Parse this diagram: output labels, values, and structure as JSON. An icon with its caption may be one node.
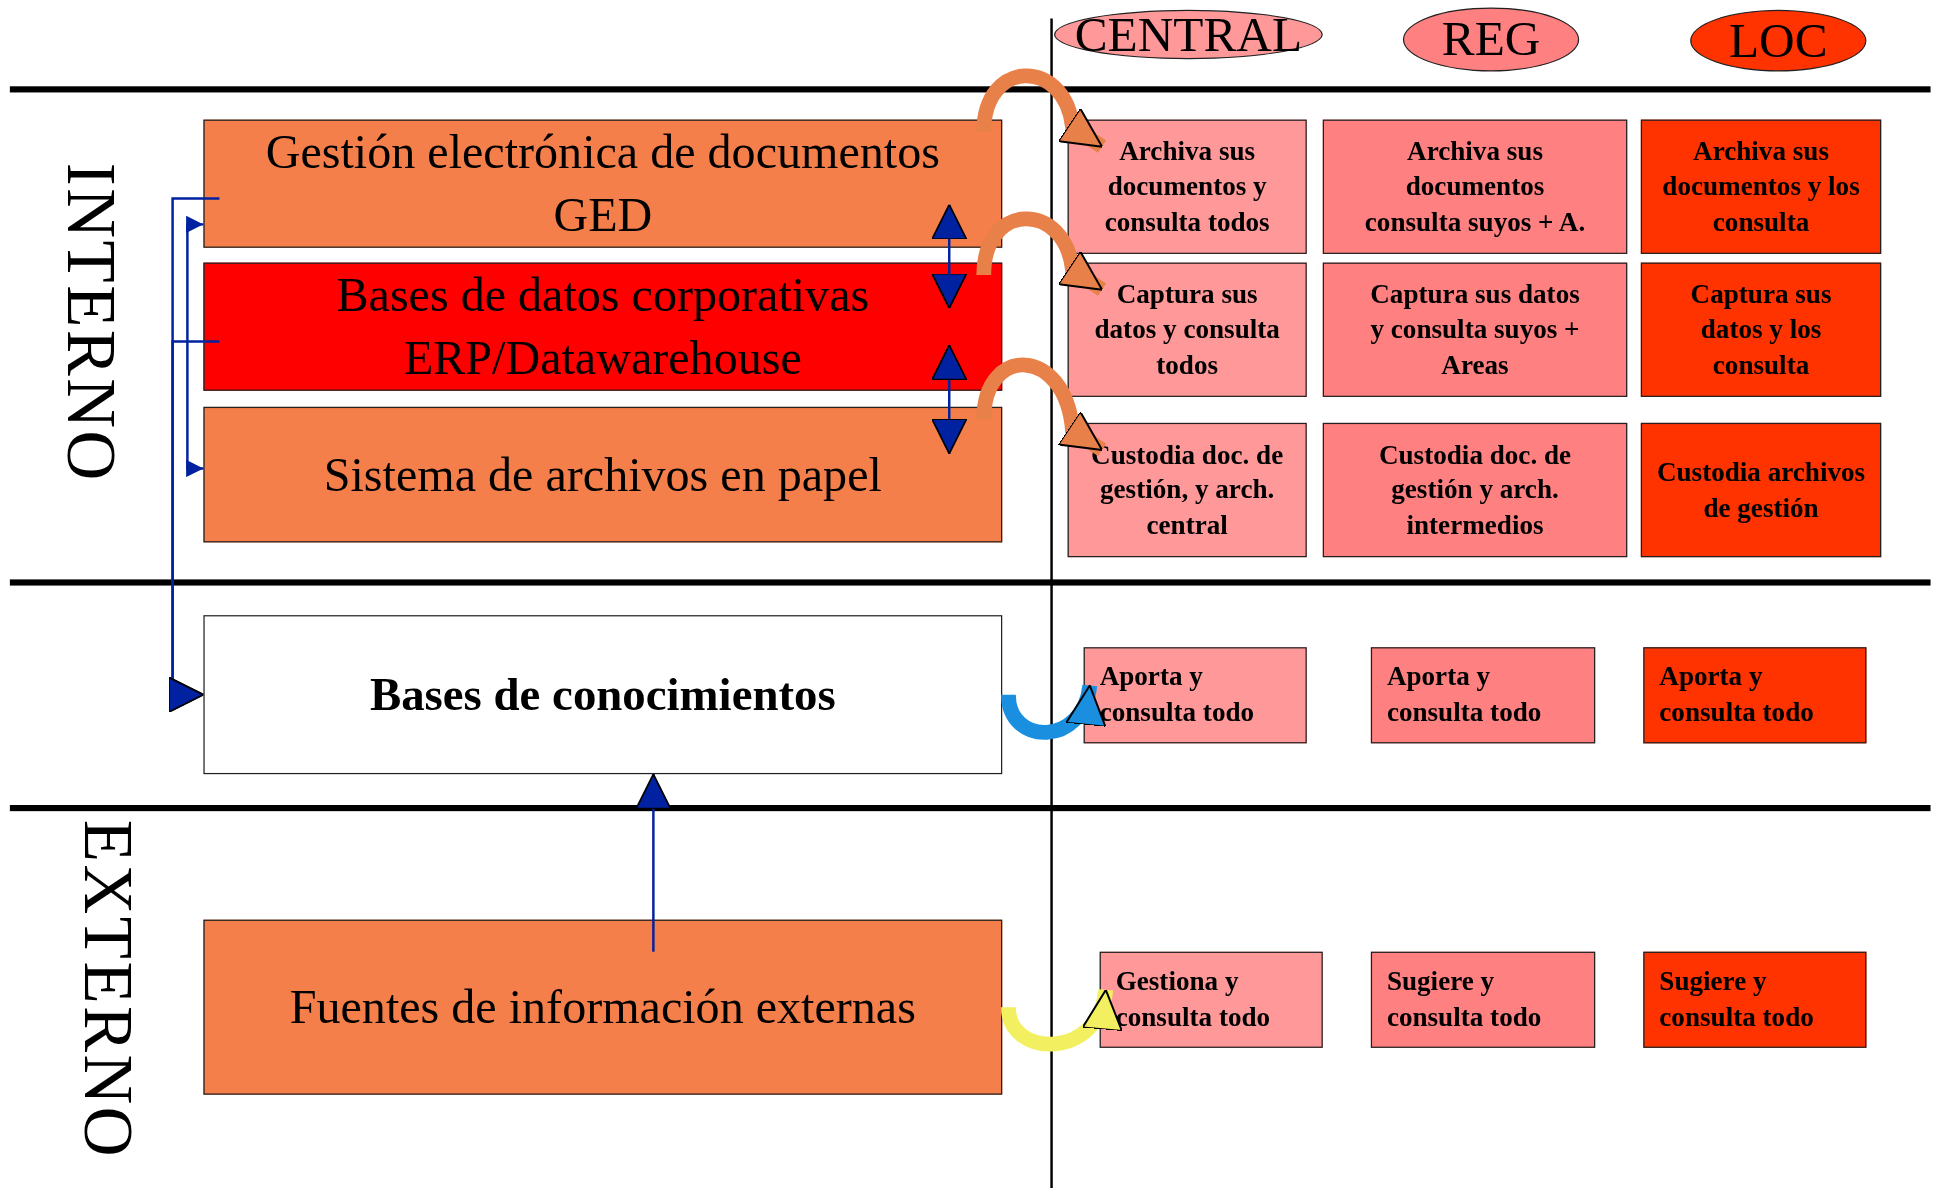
{
  "diagram": {
    "nodes": [
      {
        "text": [
          "CENTRAL"
        ]
      },
      {
        "text": [
          "REG"
        ]
      },
      {
        "text": [
          "LOC"
        ]
      },
      {
        "text": [
          "Gestión electrónica de documentos GED"
        ]
      },
      {
        "text": [
          "Bases de datos corporativas ERP/Datawarehouse"
        ]
      },
      {
        "text": [
          "Sistema de archivos en papel"
        ]
      },
      {
        "text": [
          "Archiva sus documentos y consulta todos"
        ]
      },
      {
        "text": [
          "Archiva sus documentos consulta suyos + A."
        ]
      },
      {
        "text": [
          "Archiva sus documentos y los consulta"
        ]
      },
      {
        "text": [
          "Captura sus datos y consulta todos"
        ]
      },
      {
        "text": [
          "Captura sus datos y consulta suyos + Areas"
        ]
      },
      {
        "text": [
          "Captura sus datos y los consulta"
        ]
      },
      {
        "text": [
          "Custodia doc. de gestión, y arch. central"
        ]
      },
      {
        "text": [
          "Custodia doc. de gestión y arch. intermedios"
        ]
      },
      {
        "text": [
          "Custodia archivos de gestión"
        ]
      },
      {
        "text": [
          "Bases de conocimientos"
        ]
      },
      {
        "text": [
          "Aporta y consulta todo"
        ]
      },
      {
        "text": [
          "Aporta y consulta todo"
        ]
      },
      {
        "text": [
          "Aporta y consulta todo"
        ]
      },
      {
        "text": [
          "Fuentes de información externas"
        ]
      },
      {
        "text": [
          "Gestiona y consulta todo"
        ]
      },
      {
        "text": [
          "Sugiere y consulta todo"
        ]
      },
      {
        "text": [
          "Sugiere y consulta todo"
        ]
      }
    ],
    "edges": [
      {
        "from": 3,
        "to": 5,
        "arrow": "both"
      },
      {
        "from": 3,
        "to": 4,
        "arrow": "both"
      },
      {
        "from": 4,
        "to": 5,
        "arrow": "both"
      },
      {
        "from": 3,
        "to": 15,
        "arrow": "to"
      },
      {
        "from": 4,
        "to": 15,
        "arrow": "to"
      },
      {
        "from": 19,
        "to": 15,
        "arrow": "to"
      },
      {
        "from": 3,
        "to": 6,
        "arrow": "to",
        "style": "thick",
        "color": "#e8804a"
      },
      {
        "from": 4,
        "to": 9,
        "arrow": "to",
        "style": "thick",
        "color": "#e8804a"
      },
      {
        "from": 5,
        "to": 12,
        "arrow": "to",
        "style": "thick",
        "color": "#e8804a"
      },
      {
        "from": 15,
        "to": 16,
        "arrow": "to",
        "style": "thick",
        "color": "#1a8fe0"
      },
      {
        "from": 19,
        "to": 20,
        "arrow": "to",
        "style": "thick",
        "color": "#f2f060"
      }
    ],
    "labels": [
      "INTERNO",
      "EXTERNO"
    ]
  }
}
